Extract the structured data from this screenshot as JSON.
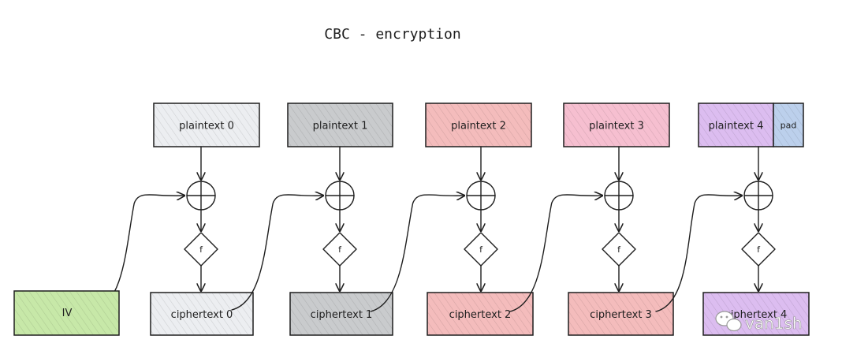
{
  "title": "CBC - encryption",
  "iv": {
    "label": "IV",
    "fill": "#c7e8a8"
  },
  "stages": [
    {
      "plaintext": "plaintext 0",
      "ciphertext": "ciphertext 0",
      "block_function": "f",
      "plaintext_fill": "#eceef1",
      "ciphertext_fill": "#eceef1"
    },
    {
      "plaintext": "plaintext 1",
      "ciphertext": "ciphertext 1",
      "block_function": "f",
      "plaintext_fill": "#c9cbcd",
      "ciphertext_fill": "#c9cbcd"
    },
    {
      "plaintext": "plaintext 2",
      "ciphertext": "ciphertext 2",
      "block_function": "f",
      "plaintext_fill": "#f4bcbc",
      "ciphertext_fill": "#f4bcbc"
    },
    {
      "plaintext": "plaintext 3",
      "ciphertext": "ciphertext 3",
      "block_function": "f",
      "plaintext_fill": "#f6bfd0",
      "ciphertext_fill": "#f4bcbc"
    },
    {
      "plaintext": "plaintext 4",
      "ciphertext": "ciphertext 4",
      "block_function": "f",
      "plaintext_fill": "#dcbdf0",
      "ciphertext_fill": "#dcbdf0",
      "padding_label": "pad",
      "padding_fill": "#bcd0ec"
    }
  ],
  "watermark": {
    "text": "van1sh",
    "icon": "wechat-icon"
  }
}
